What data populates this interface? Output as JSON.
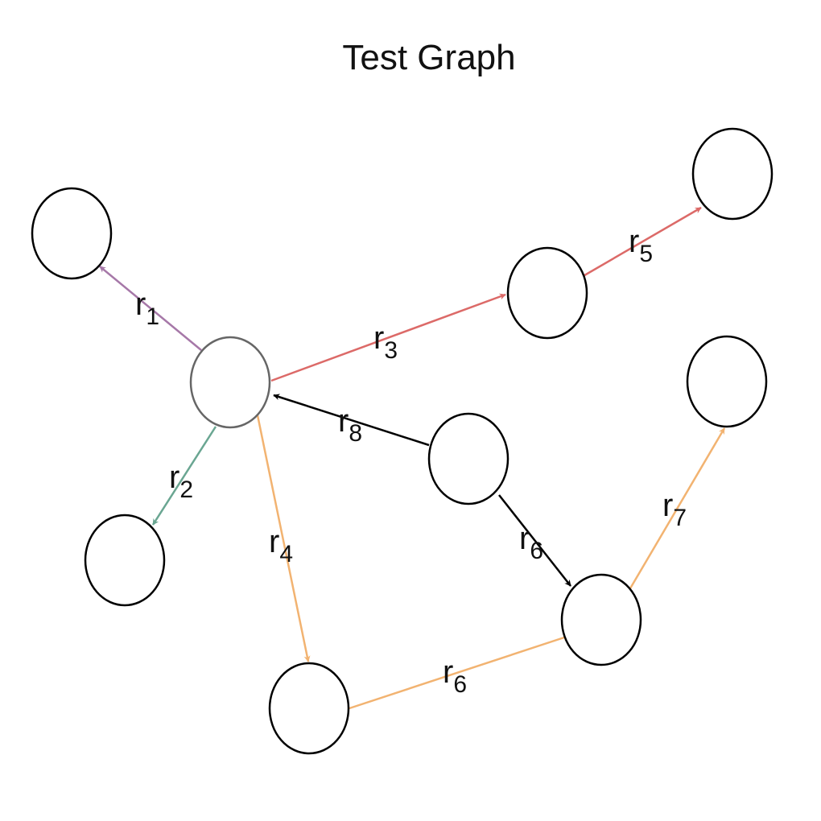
{
  "title": "Test Graph",
  "colors": {
    "r1": "#a678a8",
    "r2": "#6aa692",
    "r3": "#dc6a68",
    "r4": "#f2b371",
    "r8": "#000000",
    "center_fill_top": "#f4f4f4",
    "center_fill_bottom": "#a9a9a9"
  },
  "edges": [
    {
      "id": "e1",
      "base": "r",
      "sub": "1"
    },
    {
      "id": "e2",
      "base": "r",
      "sub": "2"
    },
    {
      "id": "e3",
      "base": "r",
      "sub": "3"
    },
    {
      "id": "e4",
      "base": "r",
      "sub": "4"
    },
    {
      "id": "e5",
      "base": "r",
      "sub": "5"
    },
    {
      "id": "e6a",
      "base": "r",
      "sub": "6"
    },
    {
      "id": "e6b",
      "base": "r",
      "sub": "6"
    },
    {
      "id": "e7",
      "base": "r",
      "sub": "7"
    },
    {
      "id": "e8",
      "base": "r",
      "sub": "8"
    }
  ]
}
